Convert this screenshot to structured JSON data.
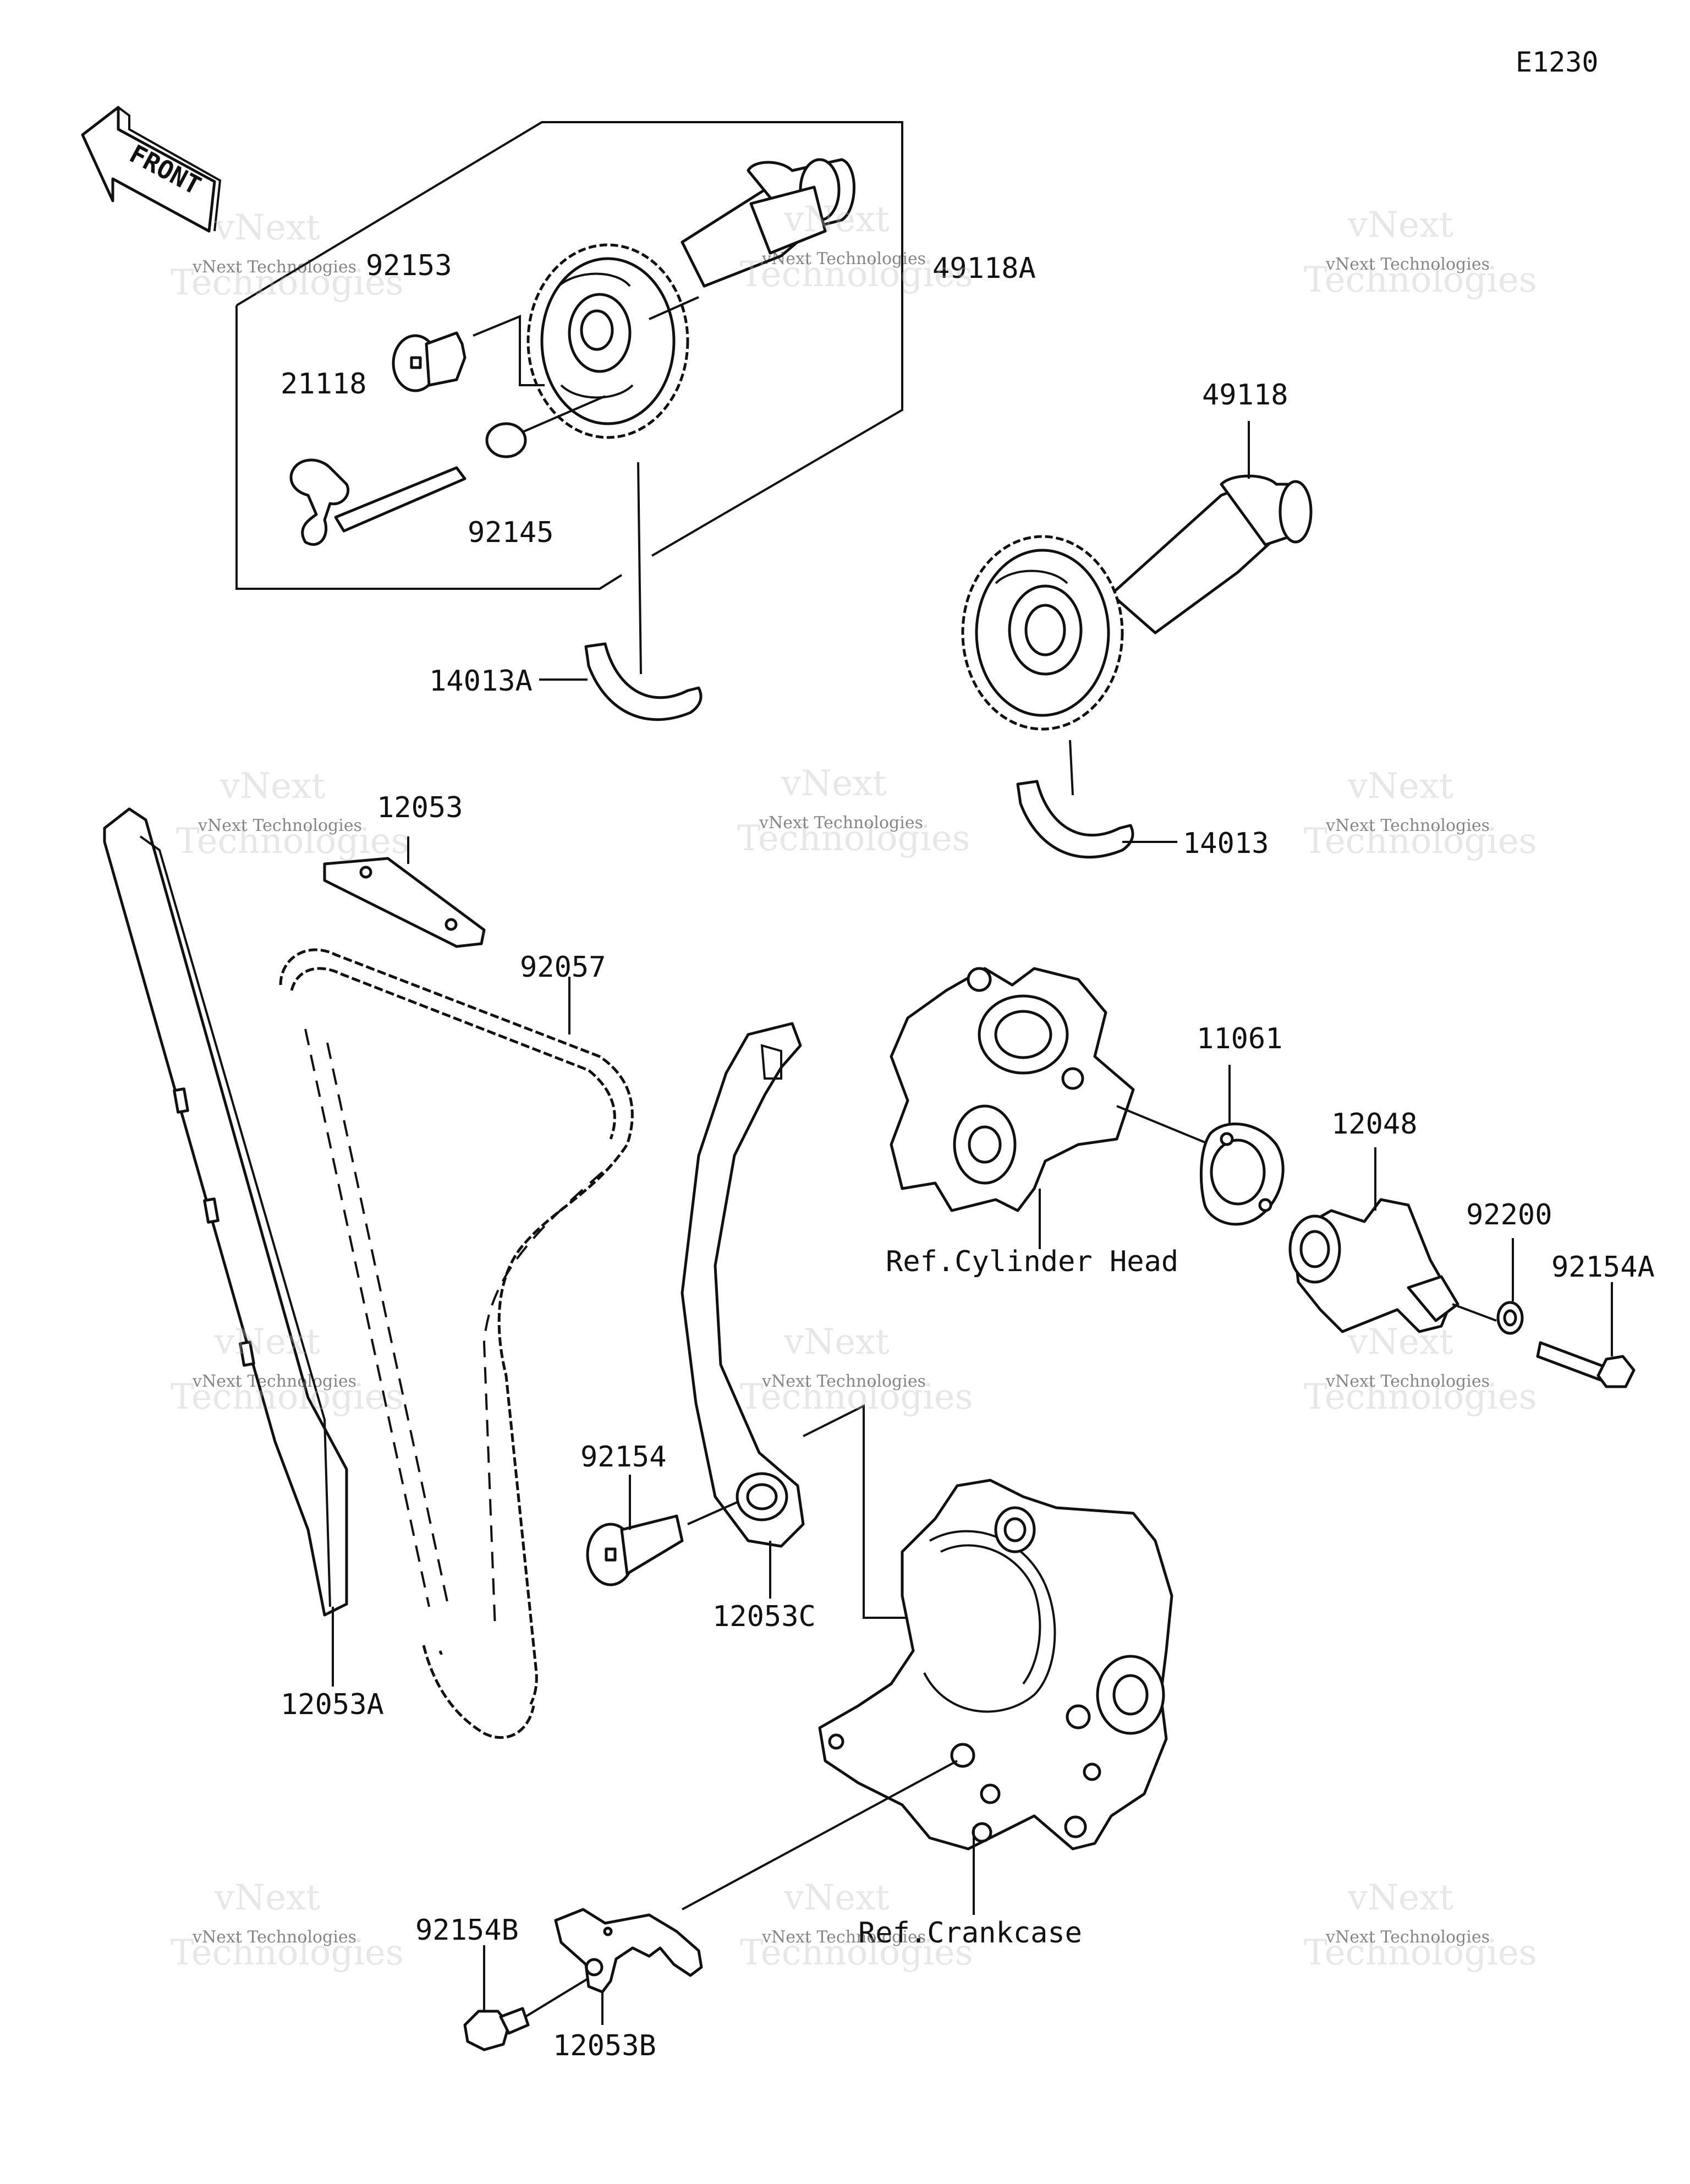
{
  "sheet_id": "E1230",
  "front_label": "FRONT",
  "watermark": {
    "line1": "vNext Technologies",
    "line2": "Technologies",
    "line3": "vNext"
  },
  "labels": {
    "p49118A": "49118A",
    "p92153": "92153",
    "p21118": "21118",
    "p92145": "92145",
    "p14013A": "14013A",
    "p49118": "49118",
    "p14013": "14013",
    "p12053": "12053",
    "p92057": "92057",
    "p11061": "11061",
    "p12048": "12048",
    "p92200": "92200",
    "p92154A": "92154A",
    "p92154": "92154",
    "p12053C": "12053C",
    "p12053A": "12053A",
    "p92154B": "92154B",
    "p12053B": "12053B",
    "ref_cylinder_head": "Ref.Cylinder Head",
    "ref_crankcase": "Ref.Crankcase"
  }
}
